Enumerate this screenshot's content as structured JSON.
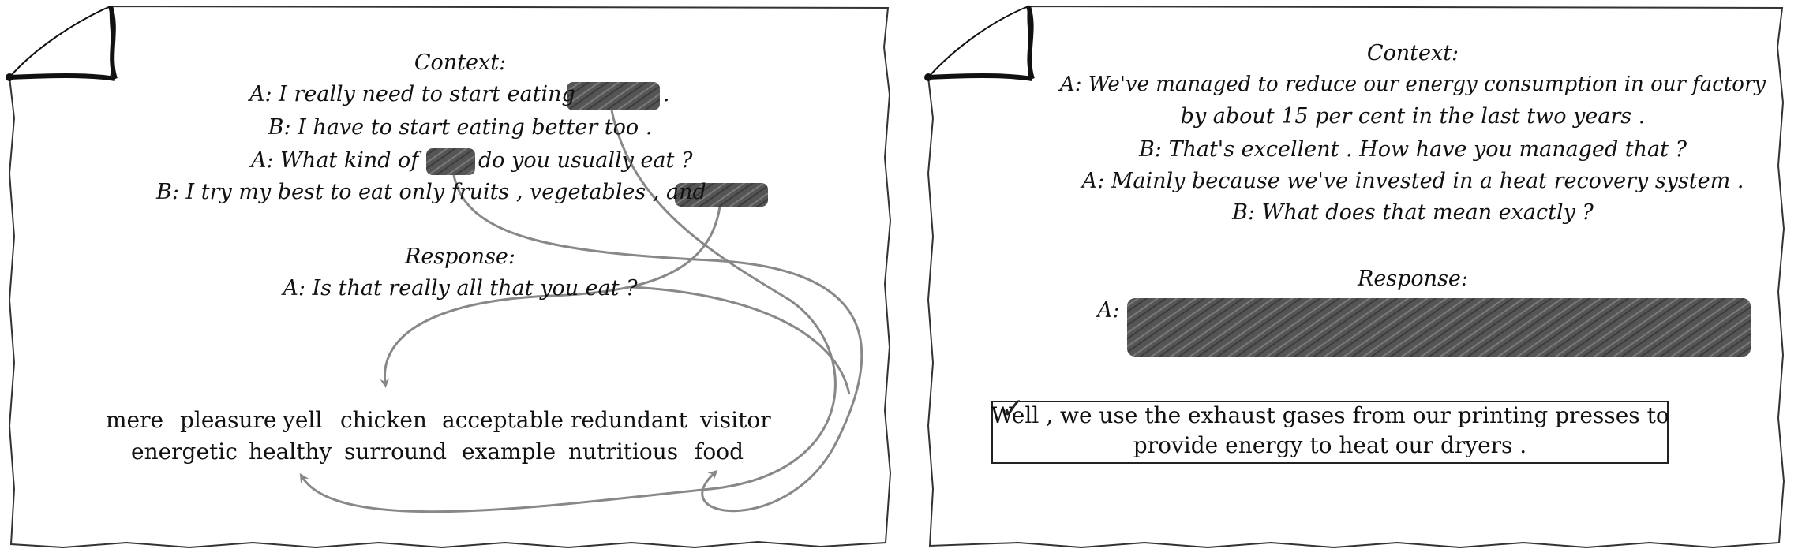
{
  "left_panel": {
    "context_label": "Context:",
    "context_lines": [
      "A: I really need to start eating",
      "B: I have to start eating better too .",
      "A: What kind of",
      "do you usually eat ?",
      "B: I try my best to eat only fruits , vegetables , and"
    ],
    "line1_trailing": ".",
    "response_label": "Response:",
    "response_text": "A: Is that really all that you eat ?",
    "word_row1": [
      "mere",
      "pleasure",
      "yell",
      "chicken",
      "acceptable",
      "redundant",
      "visitor"
    ],
    "word_row2": [
      "energetic",
      "healthy",
      "surround",
      "example",
      "nutritious",
      "food"
    ]
  },
  "right_panel": {
    "context_label": "Context:",
    "context_lines": [
      "A: We've managed to reduce our energy consumption in our factory",
      "by about 15 per cent in the last two years .",
      "B: That's excellent . How have you managed that ?",
      "A: Mainly because we've invested in a heat recovery system .",
      "B: What does that mean exactly ?"
    ],
    "response_label": "Response:",
    "response_speaker": "A:",
    "answer_line1": "Well , we use the exhaust gases from our printing presses to",
    "answer_line2": "provide energy to heat our dryers .",
    "check_icon": "check-mark-icon"
  }
}
